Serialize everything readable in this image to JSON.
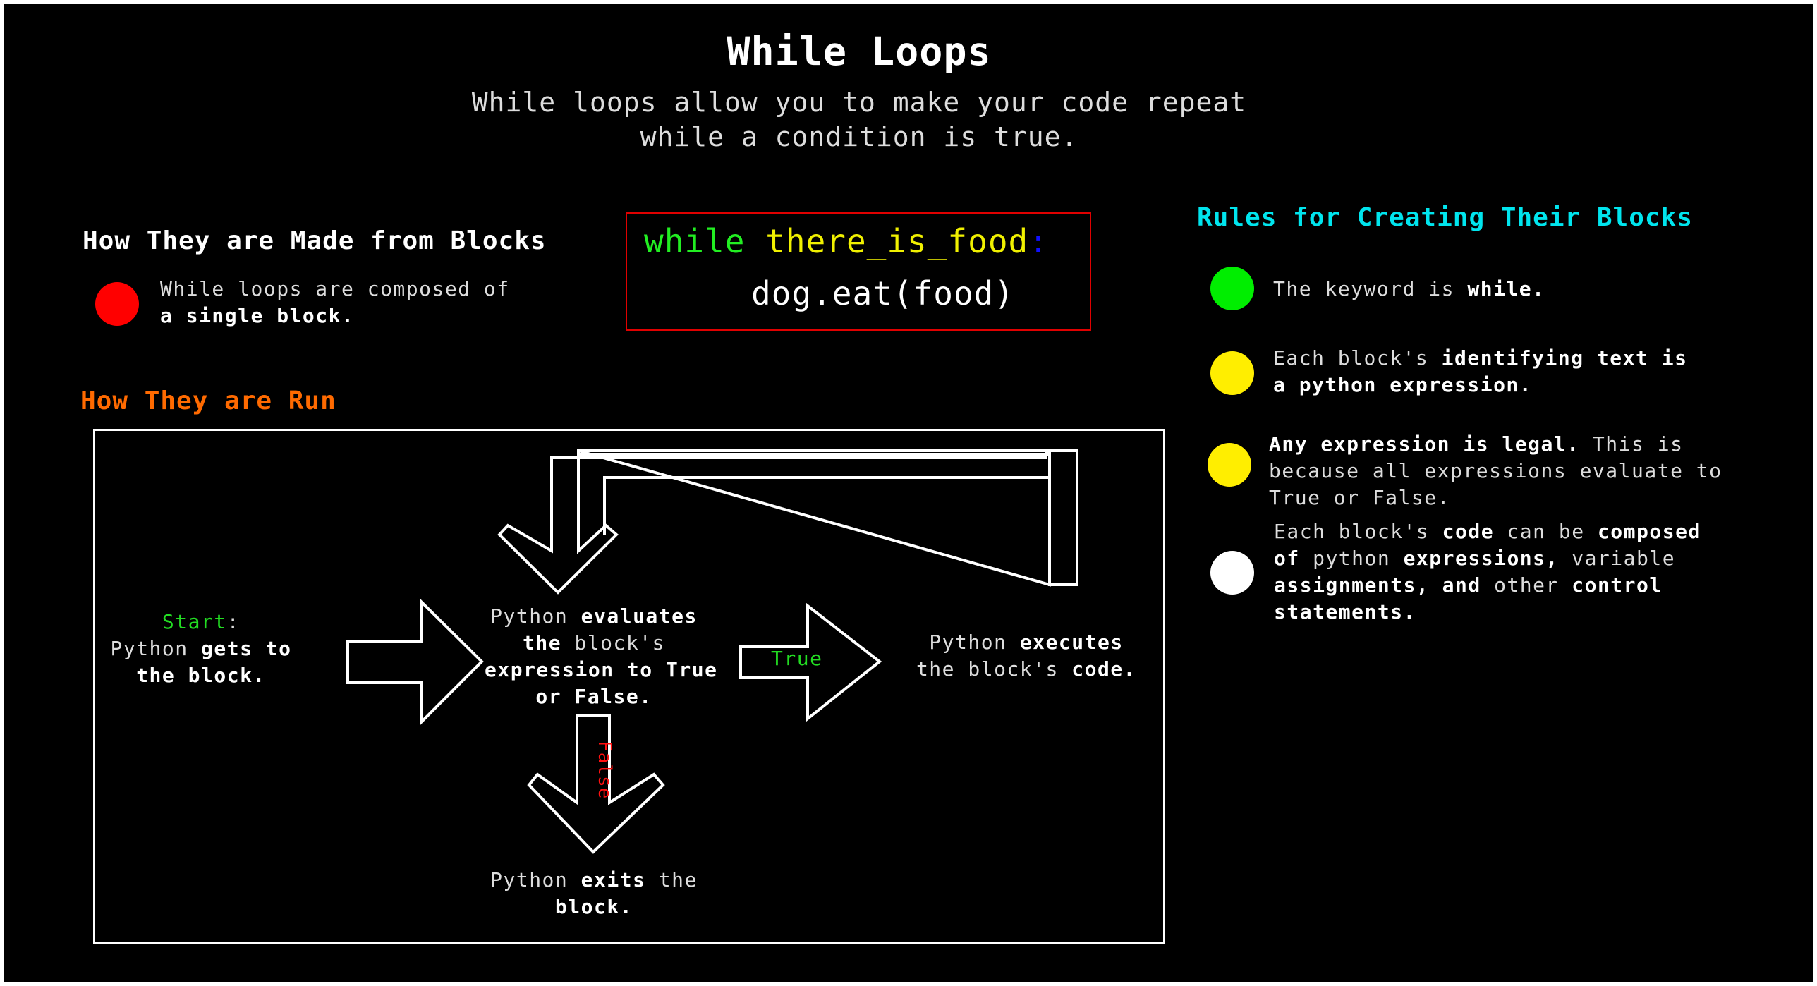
{
  "title": "While Loops",
  "subtitle": [
    "While loops allow you to make your code repeat",
    "while a condition is true."
  ],
  "blocks_section": {
    "heading": "How They are Made from Blocks",
    "dot_color": "#ff0000",
    "text_line1": "While loops are composed of",
    "text_line2_bold": "a single block."
  },
  "code_example": {
    "border_color": "#e00000",
    "keyword": "while",
    "keyword_color": "#22ee22",
    "condition": "there_is_food",
    "condition_color": "#f0f000",
    "colon": ":",
    "colon_color": "#1010ff",
    "body": "dog.eat(food)"
  },
  "run_section": {
    "heading": "How They are Run",
    "heading_color": "#ff6a00",
    "start_label": "Start",
    "start_colon": ":",
    "start_line2": [
      "Python ",
      "gets",
      " to"
    ],
    "start_line3": "the block.",
    "evaluate_lines": [
      [
        "Python ",
        "evaluates"
      ],
      [
        "the",
        " block's"
      ],
      [
        "expression to True"
      ],
      [
        "or False."
      ]
    ],
    "execute_lines": [
      [
        "Python ",
        "executes"
      ],
      [
        "the block's ",
        "code."
      ]
    ],
    "exit_lines": [
      [
        "Python ",
        "exits",
        " the"
      ],
      [
        "block."
      ]
    ],
    "true_label": "True",
    "true_color": "#22dd22",
    "false_label": "False",
    "false_color": "#ff1010"
  },
  "rules_section": {
    "heading": "Rules for Creating Their Blocks",
    "heading_color": "#00e5ee",
    "rules": [
      {
        "color": "#00ee00",
        "lines": [
          [
            "The keyword is ",
            "while",
            "."
          ]
        ]
      },
      {
        "color": "#ffee00",
        "lines": [
          [
            "Each block's ",
            "identifying text is"
          ],
          [
            "a python expression."
          ]
        ]
      },
      {
        "color": "#ffee00",
        "lines": [
          [
            "Any expression is legal.",
            " This is"
          ],
          [
            "because all expressions evaluate to"
          ],
          [
            "True or False."
          ]
        ]
      },
      {
        "color": "#ffffff",
        "lines": [
          [
            "Each block's ",
            "code",
            " can be  ",
            "composed"
          ],
          [
            "of",
            " python ",
            "expressions,",
            " variable"
          ],
          [
            "assignments, and",
            " other ",
            "control"
          ],
          [
            "statements."
          ]
        ]
      }
    ]
  }
}
